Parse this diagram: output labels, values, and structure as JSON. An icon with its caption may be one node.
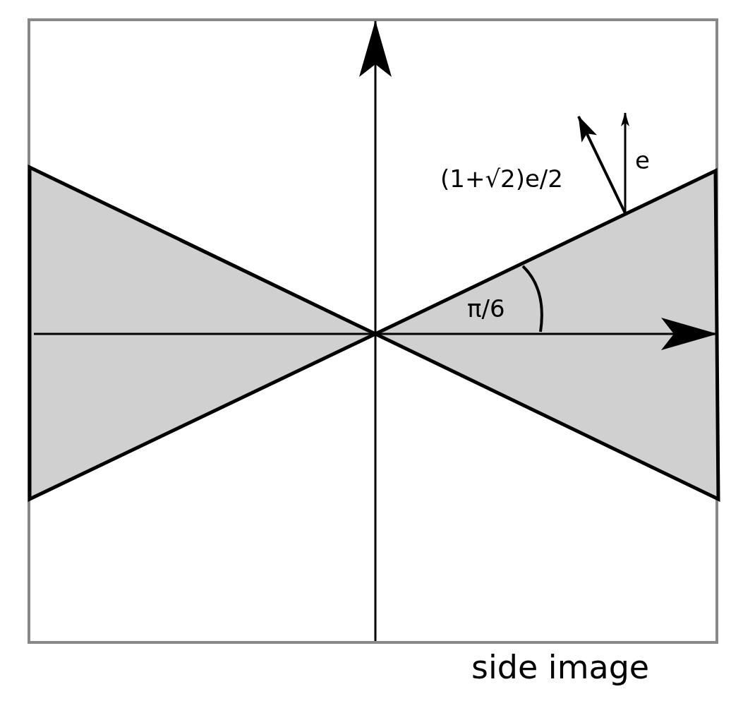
{
  "diagram": {
    "caption": "side image",
    "labels": [
      "e",
      "(1+√2)e/2",
      "π/6"
    ]
  }
}
